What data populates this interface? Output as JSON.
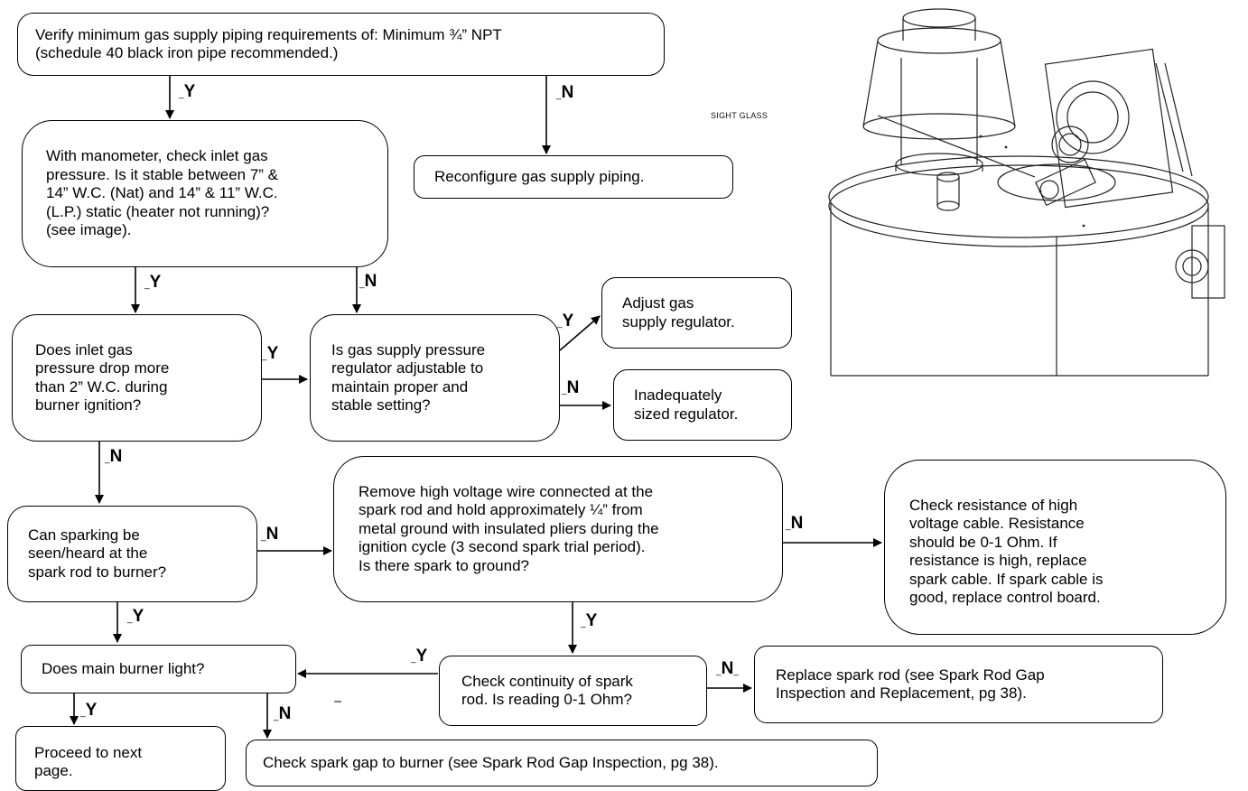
{
  "nodes": {
    "verify_piping": "Verify minimum gas supply piping requirements of: Minimum ¾” NPT\n(schedule 40 black iron pipe recommended.)",
    "reconfigure": "Reconfigure gas supply piping.",
    "manometer": "With manometer, check inlet gas\npressure. Is it stable between 7” &\n14” W.C. (Nat) and 14” & 11” W.C.\n(L.P.) static (heater not running)?\n(see image).",
    "pressure_drop": "Does inlet gas\npressure drop more\nthan 2” W.C. during\nburner ignition?",
    "regulator_adjustable": "Is gas supply pressure\nregulator adjustable to\nmaintain proper and\nstable setting?",
    "adjust_regulator": "Adjust gas\nsupply regulator.",
    "inadequate_regulator": "Inadequately\nsized regulator.",
    "sparking_seen": "Can sparking be\nseen/heard at the\nspark rod to burner?",
    "remove_wire": "Remove high voltage wire connected at the\nspark rod and hold approximately ¼” from\nmetal ground with insulated pliers during the\nignition cycle (3 second spark trial period).\nIs there spark to ground?",
    "check_cable": "Check resistance of high\nvoltage cable. Resistance\nshould be 0-1 Ohm. If\nresistance is high, replace\nspark cable. If spark cable is\ngood, replace control board.",
    "burner_light": "Does main burner light?",
    "continuity": "Check continuity of spark\nrod. Is reading 0-1 Ohm?",
    "replace_rod": "Replace spark rod (see Spark Rod Gap\nInspection and Replacement, pg 38).",
    "next_page": "Proceed to next\npage.",
    "check_gap": "Check spark gap to burner (see Spark Rod Gap Inspection, pg 38)."
  },
  "labels": {
    "yes": "Y",
    "no": "N"
  },
  "image": {
    "sight_glass_label": "SIGHT GLASS"
  }
}
